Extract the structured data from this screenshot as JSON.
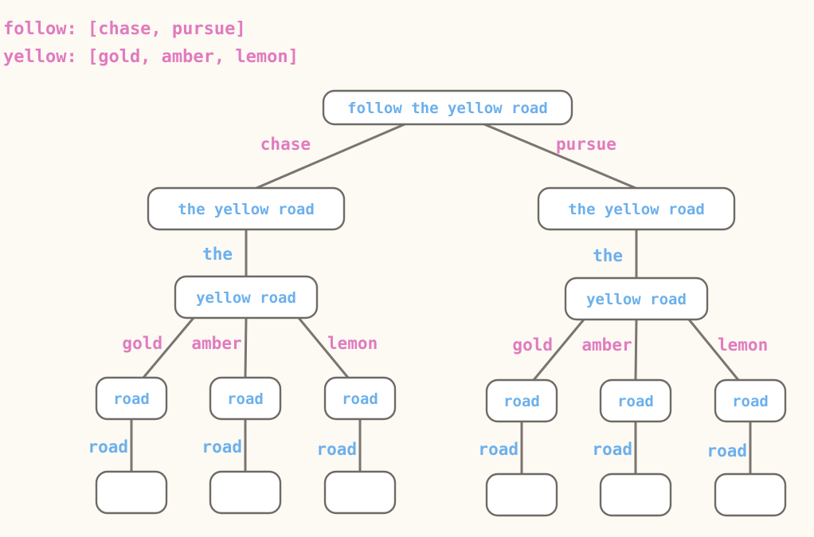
{
  "synonyms": [
    {
      "line": "follow: [chase, pursue]"
    },
    {
      "line": "yellow: [gold, amber, lemon]"
    }
  ],
  "colors": {
    "label_replaced": "#e07bbf",
    "label_kept": "#6cb0ec",
    "node_text": "#6cb0ec",
    "line": "#7a7570",
    "background": "#fdf9f3"
  },
  "tree": {
    "root": "follow the yellow road",
    "branches": [
      {
        "edge_label": "chase",
        "node": "the yellow road",
        "child_edge_label": "the",
        "child_node": "yellow road",
        "leaves": [
          {
            "edge_label": "gold",
            "node": "road",
            "leaf_edge_label": "road",
            "leaf_node": ""
          },
          {
            "edge_label": "amber",
            "node": "road",
            "leaf_edge_label": "road",
            "leaf_node": ""
          },
          {
            "edge_label": "lemon",
            "node": "road",
            "leaf_edge_label": "road",
            "leaf_node": ""
          }
        ]
      },
      {
        "edge_label": "pursue",
        "node": "the yellow road",
        "child_edge_label": "the",
        "child_node": "yellow road",
        "leaves": [
          {
            "edge_label": "gold",
            "node": "road",
            "leaf_edge_label": "road",
            "leaf_node": ""
          },
          {
            "edge_label": "amber",
            "node": "road",
            "leaf_edge_label": "road",
            "leaf_node": ""
          },
          {
            "edge_label": "lemon",
            "node": "road",
            "leaf_edge_label": "road",
            "leaf_node": ""
          }
        ]
      }
    ]
  }
}
